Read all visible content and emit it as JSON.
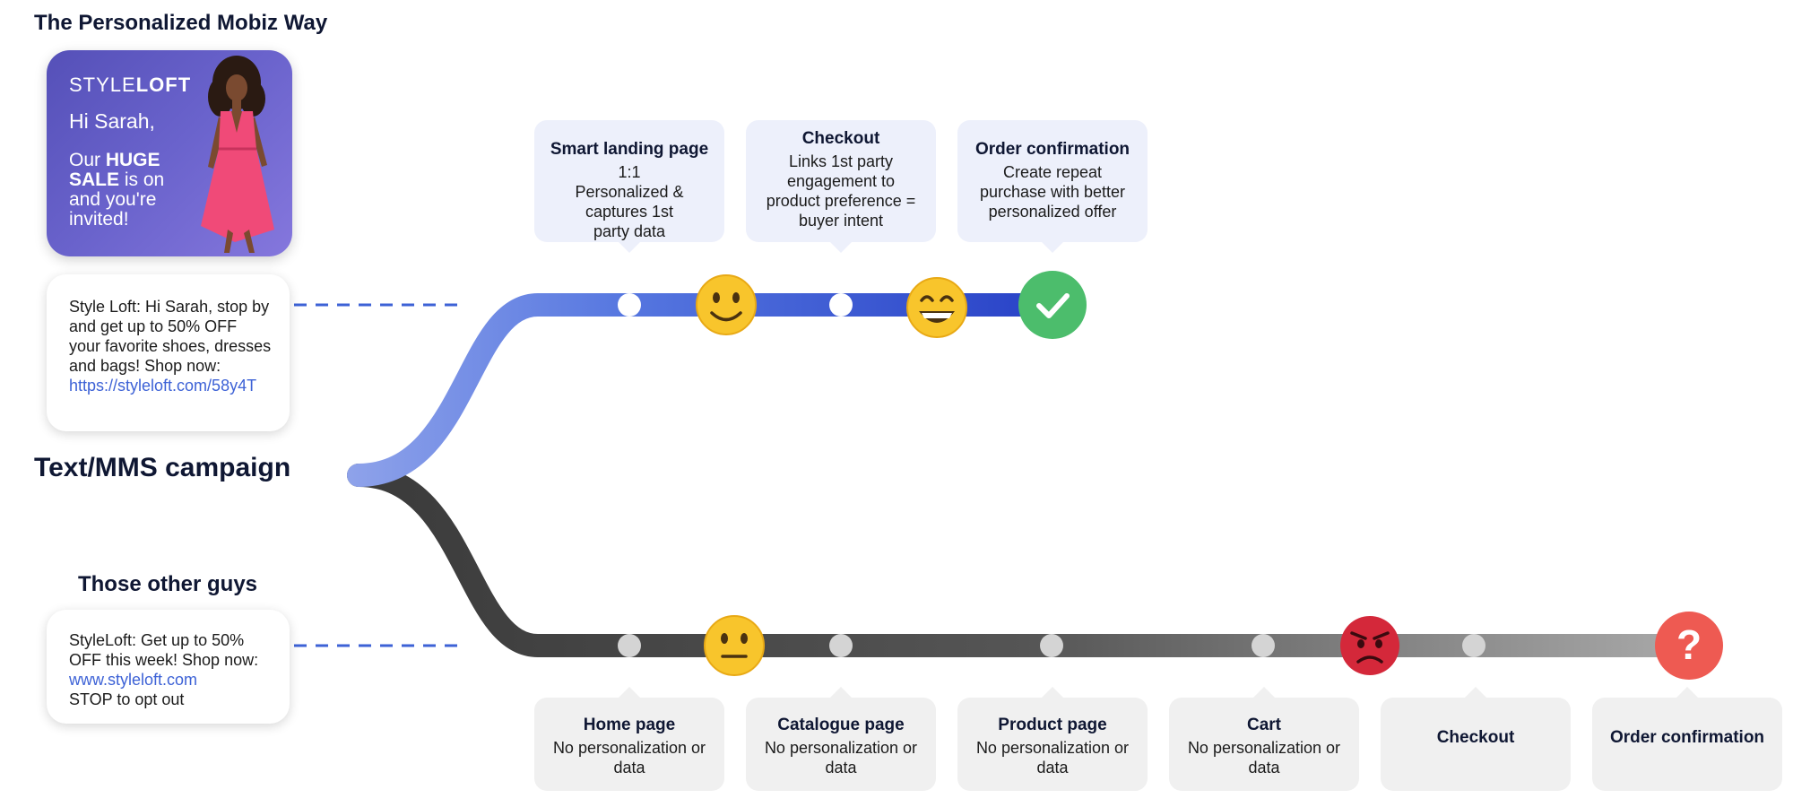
{
  "headings": {
    "top": "The Personalized Mobiz Way",
    "other": "Those other guys",
    "campaign": "Text/MMS campaign"
  },
  "promo": {
    "brand_light": "STYLE",
    "brand_bold": "LOFT",
    "greeting": "Hi Sarah,",
    "line1_a": "Our ",
    "line1_b": "HUGE",
    "line2_a": "SALE",
    "line2_b": " is on",
    "line3": "and you're",
    "line4": "invited!"
  },
  "sms_top": {
    "text": "Style Loft: Hi Sarah, stop by and get up to 50% OFF your favorite shoes, dresses and bags! Shop now:",
    "link": "https://styleloft.com/58y4T"
  },
  "sms_other": {
    "text": "StyleLoft: Get up to 50% OFF this week! Shop now:",
    "link": "www.styleloft.com",
    "optout": "STOP to opt out"
  },
  "top_steps": [
    {
      "title": "Smart landing page",
      "desc": "1:1 Personalized & captures 1st party data"
    },
    {
      "title": "Checkout",
      "desc": "Links 1st party engagement to product preference = buyer intent"
    },
    {
      "title": "Order confirmation",
      "desc": "Create repeat purchase with better personalized offer"
    }
  ],
  "bottom_steps": [
    {
      "title": "Home page",
      "desc": "No personalization or data"
    },
    {
      "title": "Catalogue page",
      "desc": "No personalization or data"
    },
    {
      "title": "Product page",
      "desc": "No personalization or data"
    },
    {
      "title": "Cart",
      "desc": "No personalization or data"
    },
    {
      "title": "Checkout",
      "desc": ""
    },
    {
      "title": "Order confirmation",
      "desc": ""
    }
  ],
  "icons": {
    "top_path": [
      "slight-smile-emoji-icon",
      "grin-emoji-icon",
      "check-circle-icon"
    ],
    "bottom_path": [
      "neutral-face-emoji-icon",
      "angry-face-emoji-icon",
      "question-circle-icon"
    ]
  },
  "colors": {
    "top_path_start": "#8ea2ea",
    "top_path_end": "#2a44c8",
    "bottom_path_start": "#3a3a3a",
    "bottom_path_end": "#a8a8a8",
    "check": "#4cbd6c",
    "question": "#ee5a52",
    "angry": "#d4283a",
    "emoji": "#f8c52c",
    "navy_text": "#0f1733"
  }
}
